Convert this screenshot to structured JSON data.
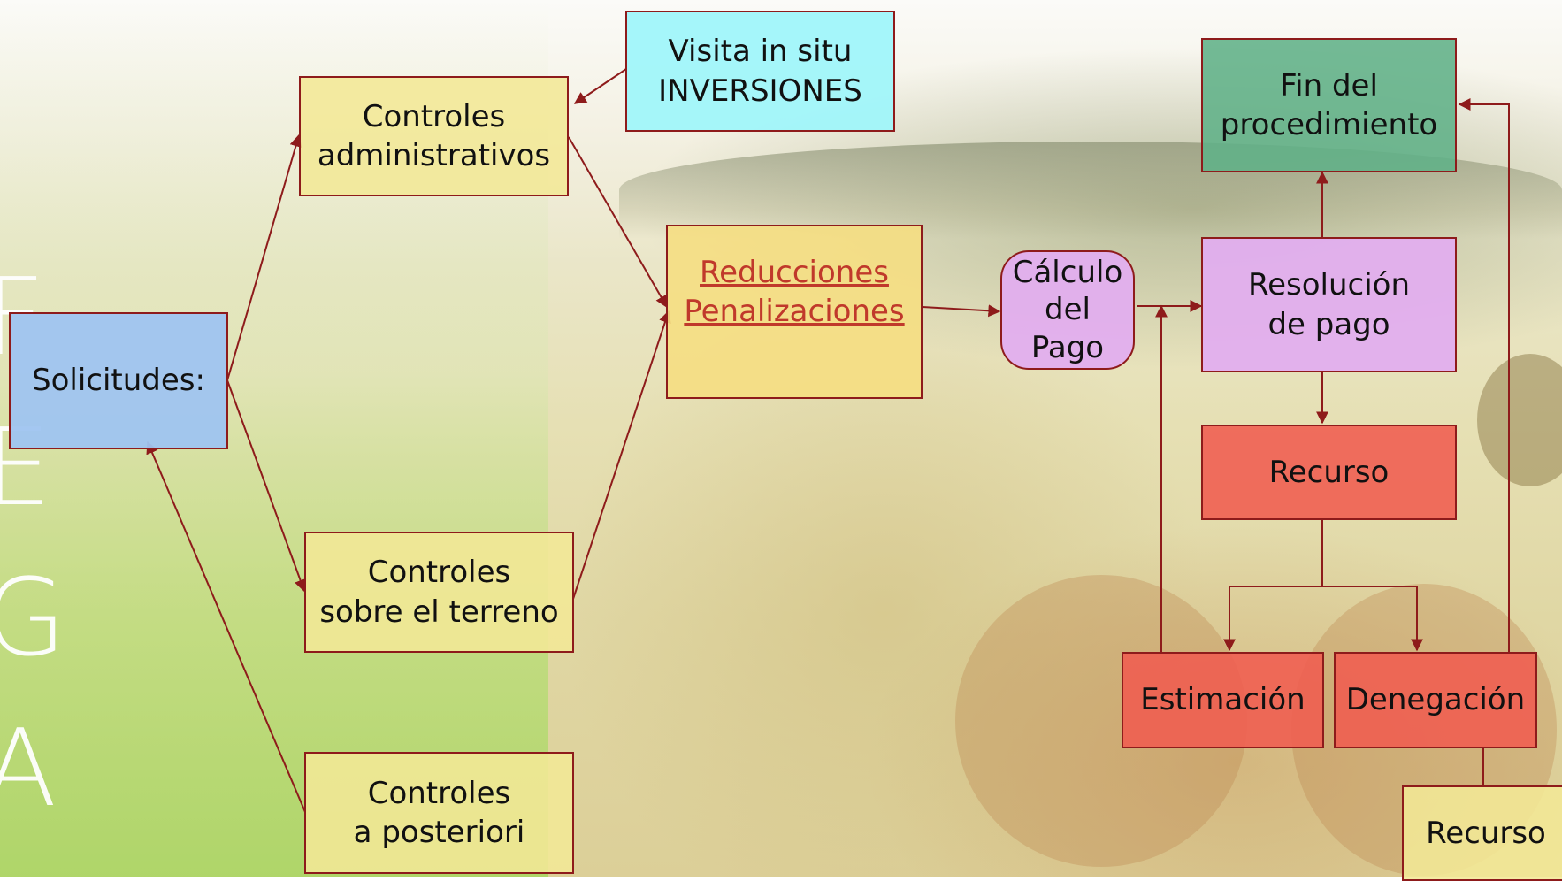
{
  "decor": {
    "letters": [
      "F",
      "E",
      "G",
      "A"
    ]
  },
  "nodes": {
    "solicitudes": "Solicitudes:",
    "controles_administrativos": "Controles\nadministrativos",
    "visita_in_situ": "Visita in situ\nINVERSIONES",
    "controles_terreno": "Controles\nsobre el terreno",
    "controles_posteriori": "Controles\na posteriori",
    "reducciones": "Reducciones\nPenalizaciones",
    "calculo_pago": "Cálculo\ndel\nPago",
    "resolucion_pago": "Resolución\nde pago",
    "fin_procedimiento": "Fin del\nprocedimiento",
    "recurso_1": "Recurso",
    "estimacion": "Estimación",
    "denegacion": "Denegación",
    "recurso_2": "Recurso"
  },
  "colors": {
    "arrow": "#8e1b1b",
    "link": "#c0392b"
  }
}
